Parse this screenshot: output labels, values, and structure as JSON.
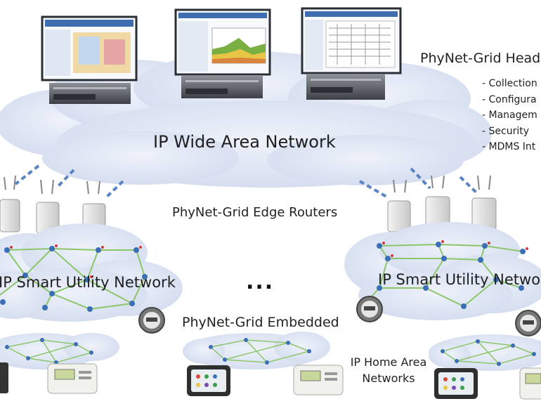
{
  "labels": {
    "wan": "IP Wide Area Network",
    "headend": "PhyNet-Grid Head",
    "edge_routers": "PhyNet-Grid Edge Routers",
    "sun_left": "IP Smart Utility Network",
    "sun_right": "IP Smart Utility Netwo",
    "ellipsis": "...",
    "embedded": "PhyNet-Grid Embedded",
    "home_area": "IP Home Area\nNetworks"
  },
  "headend_features": [
    "- Collection",
    "- Configura",
    "- Managem",
    "- Security",
    "- MDMS Int"
  ],
  "colors": {
    "cloud_fill": "#dde4f3",
    "cloud_edge": "#c9d3ea",
    "mesh_link": "#8cc66a",
    "node": "#3a6fb5",
    "node_alert": "#d13b3b",
    "dashed_link": "#5b84c4"
  },
  "icons": [
    "server-icon",
    "monitor-screenshot-icon",
    "edge-router-icon",
    "smart-meter-icon",
    "thermostat-icon",
    "home-display-icon"
  ]
}
